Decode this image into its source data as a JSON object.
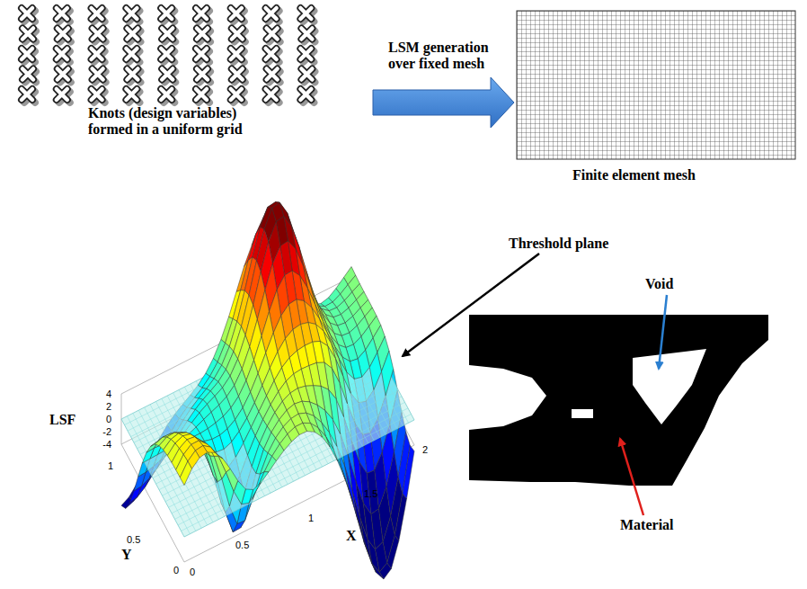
{
  "diagram": {
    "labels": [
      "Knots (design variables) formed in a uniform grid",
      "LSM generation over fixed mesh",
      "Finite element mesh",
      "Threshold plane",
      "Void",
      "Material",
      "LSF",
      "X",
      "Y",
      "4",
      "2",
      "0",
      "-2",
      "-4",
      "1",
      "0.5",
      "0",
      "0",
      "0.5",
      "1",
      "1.5",
      "2"
    ]
  }
}
